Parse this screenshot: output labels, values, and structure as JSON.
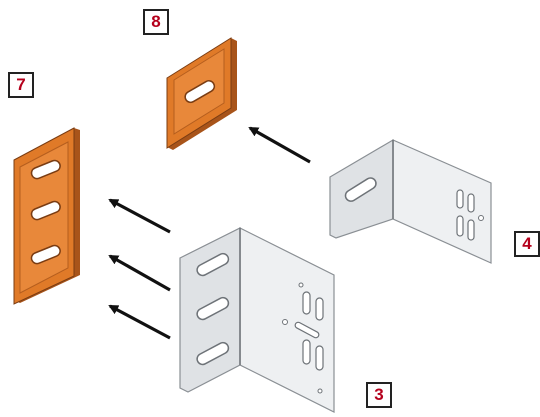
{
  "callouts": {
    "part_7": "7",
    "part_8": "8",
    "part_4": "4",
    "part_3": "3"
  },
  "colors": {
    "plate_orange": "#e07a28",
    "plate_orange_dark": "#a8541a",
    "bracket_grey": "#e6e8ea",
    "bracket_edge": "#8a8f94",
    "arrow": "#111111",
    "callout_text": "#b5001c"
  }
}
